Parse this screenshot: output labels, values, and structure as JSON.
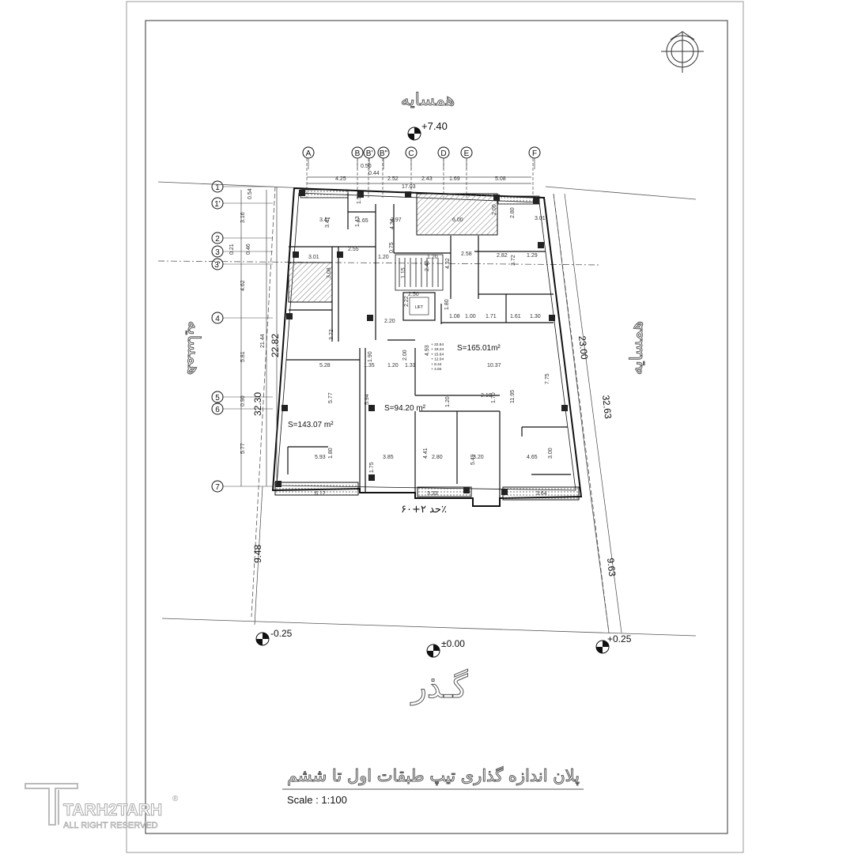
{
  "neighbor_top": "همسایه",
  "neighbor_left": "همسایه",
  "neighbor_right": "همسایه",
  "street_label": "گـذر",
  "limit_note": "حد ۲+۶۰٪",
  "plan_title": "پلان اندازه گذاری تیپ طبقات اول تا ششم",
  "scale": "Scale : 1:100",
  "watermark": {
    "brand": "TARH2TARH",
    "rights": "ALL RIGHT RESERVED",
    "reg": "®"
  },
  "levels": {
    "top": "+7.40",
    "left": "-0.25",
    "center": "±0.00",
    "right": "+0.25"
  },
  "grid_columns": [
    "A",
    "B",
    "B'",
    "B\"",
    "C",
    "D",
    "E",
    "F"
  ],
  "grid_rows": [
    "1",
    "1'",
    "2",
    "3",
    "3'",
    "4",
    "5",
    "6",
    "7"
  ],
  "top_dims": {
    "d1": "4.25",
    "d2": "0.50",
    "d3": "0.44",
    "d4": "2.52",
    "d5": "2.43",
    "d6": "1.69",
    "d7": "5.08",
    "total": "17.03"
  },
  "left_dims": {
    "r1": "0.54",
    "r2": "3.16",
    "r3": "0.21",
    "r4": "0.46",
    "r5": "4.62",
    "r6": "5.81",
    "r7": "0.90",
    "r8": "5.77",
    "total_inner": "21.44",
    "total_mid": "22.82",
    "total_outer": "32.30",
    "front": "9.48"
  },
  "right_dims": {
    "total_inner": "23.00",
    "total_outer": "32.63",
    "front": "9.63"
  },
  "areas": {
    "left": "S=143.07 m²",
    "middle": "S=94.20 m²",
    "right": "S=165.01m²"
  },
  "interior_dims": [
    "1.65",
    "1.59",
    "3.47",
    "3.47",
    "1.43",
    "2.97",
    "4.34",
    "6.00",
    "2.00",
    "2.80",
    "3.01",
    "3.01",
    "3.08",
    "2.55",
    "1.20",
    "1.20",
    "2.58",
    "2.82",
    "1.29",
    "3.72",
    "1.15",
    "2.40",
    "4.32",
    "0.75",
    "2.50",
    "2.22",
    "1.80",
    "1.08",
    "1.00",
    "1.71",
    "1.61",
    "1.30",
    "2.20",
    "3.72",
    "1.35",
    "1.90",
    "1.20",
    "1.31",
    "2.00",
    "4.93",
    "5.28",
    "10.37",
    "5.77",
    "5.94",
    "11.95",
    "7.75",
    "2.10",
    "1.70",
    "1.20",
    "5.93",
    "1.80",
    "3.85",
    "4.41",
    "2.80",
    "3.20",
    "4.65",
    "3.00",
    "5.49",
    "1.75",
    "3.33",
    "6.12",
    "3.64"
  ],
  "level_list": [
    "+ 22.84",
    "+ 19.24",
    "+ 15.64",
    "+ 12.04",
    "+ 8.44",
    "+ 4.84"
  ],
  "lift_label": "LIFT"
}
